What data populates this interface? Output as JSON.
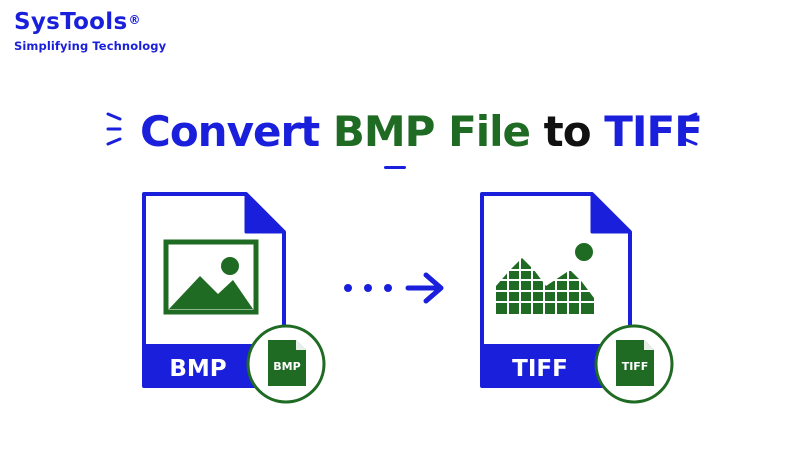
{
  "brand": {
    "name": "SysTools",
    "reg": "®",
    "tagline": "Simplifying Technology"
  },
  "headline": {
    "part1": "Convert",
    "part2": "BMP File",
    "part3": "to",
    "part4": "TIFF"
  },
  "source_file": {
    "label": "BMP",
    "badge": "BMP"
  },
  "target_file": {
    "label": "TIFF",
    "badge": "TIFF"
  },
  "colors": {
    "blue": "#1a1fdb",
    "green": "#1f6b23",
    "black": "#111111"
  },
  "icons": [
    "image-icon",
    "mosaic-image-icon",
    "arrow-right-icon",
    "file-badge-icon"
  ]
}
